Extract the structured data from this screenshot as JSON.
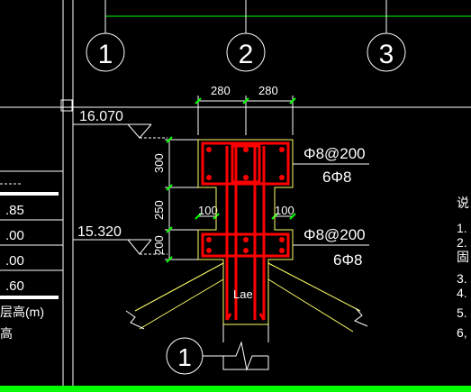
{
  "colors": {
    "background": "#000000",
    "line": "#ffffff",
    "dimension": "#00ff00",
    "rebar": "#ff0000",
    "outline": "#ffff66",
    "status_bar": "#00ff00"
  },
  "axis_bubbles": [
    {
      "label": "1"
    },
    {
      "label": "2"
    },
    {
      "label": "3"
    },
    {
      "label": "1"
    }
  ],
  "elevations": {
    "top": "16.070",
    "bottom": "15.320"
  },
  "dimensions": {
    "top_left": "280",
    "top_right": "280",
    "v_top": "300",
    "v_mid": "250",
    "v_bottom": "200",
    "side_left": "100",
    "side_right": "100"
  },
  "rebar_notes": {
    "upper_stirrup": "Φ8@200",
    "upper_bars": "6Φ8",
    "lower_stirrup": "Φ8@200",
    "lower_bars": "6Φ8",
    "anchorage": "Lae"
  },
  "level_table": {
    "rows": [
      ".85",
      ".00",
      ".00",
      ".60"
    ],
    "footer_1": "层高(m)",
    "footer_2": "高"
  },
  "notes_column": {
    "title": "说",
    "lines": [
      "1.",
      "2.",
      "固",
      "3.",
      "4.",
      "5.",
      "6,"
    ]
  }
}
